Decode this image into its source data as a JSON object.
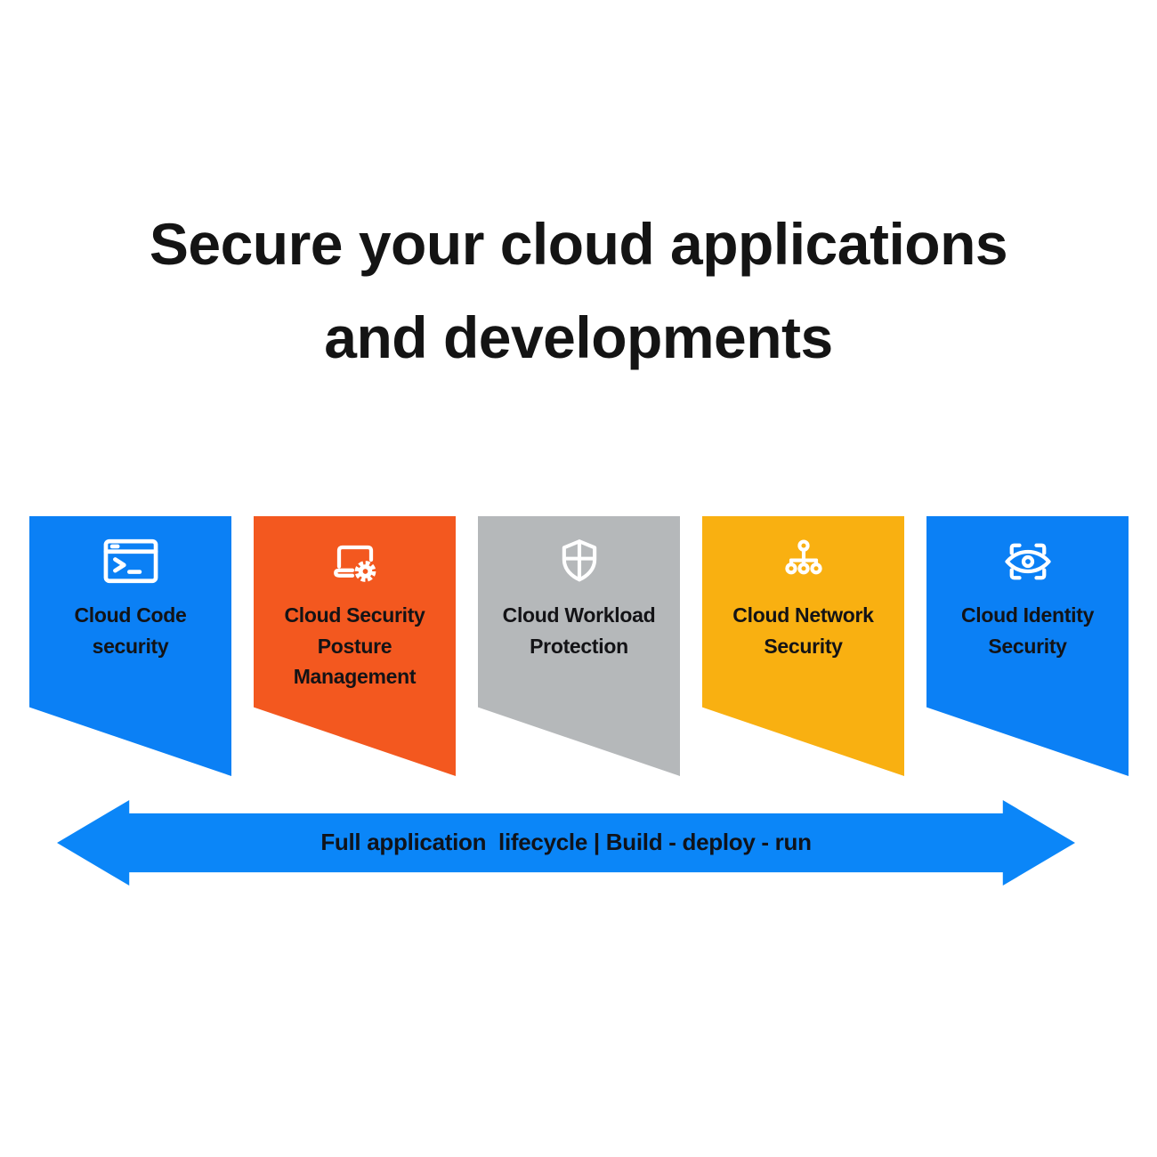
{
  "page": {
    "background": "#ffffff"
  },
  "title": {
    "line1": "Secure your cloud applications",
    "line2": "and developments"
  },
  "banners": [
    {
      "label": "Cloud Code security",
      "color": "#0b80f5",
      "icon": "terminal-window-icon"
    },
    {
      "label": "Cloud Security Posture Management",
      "color": "#f3581f",
      "icon": "laptop-gear-icon"
    },
    {
      "label": "Cloud Workload Protection",
      "color": "#b5b8ba",
      "icon": "shield-cross-icon"
    },
    {
      "label": "Cloud Network Security",
      "color": "#f9b011",
      "icon": "network-tree-icon"
    },
    {
      "label": "Cloud Identity Security",
      "color": "#0b80f5",
      "icon": "eye-scan-icon"
    }
  ],
  "arrow": {
    "label": "Full application  lifecycle | Build - deploy - run",
    "color": "#0b86f8"
  }
}
